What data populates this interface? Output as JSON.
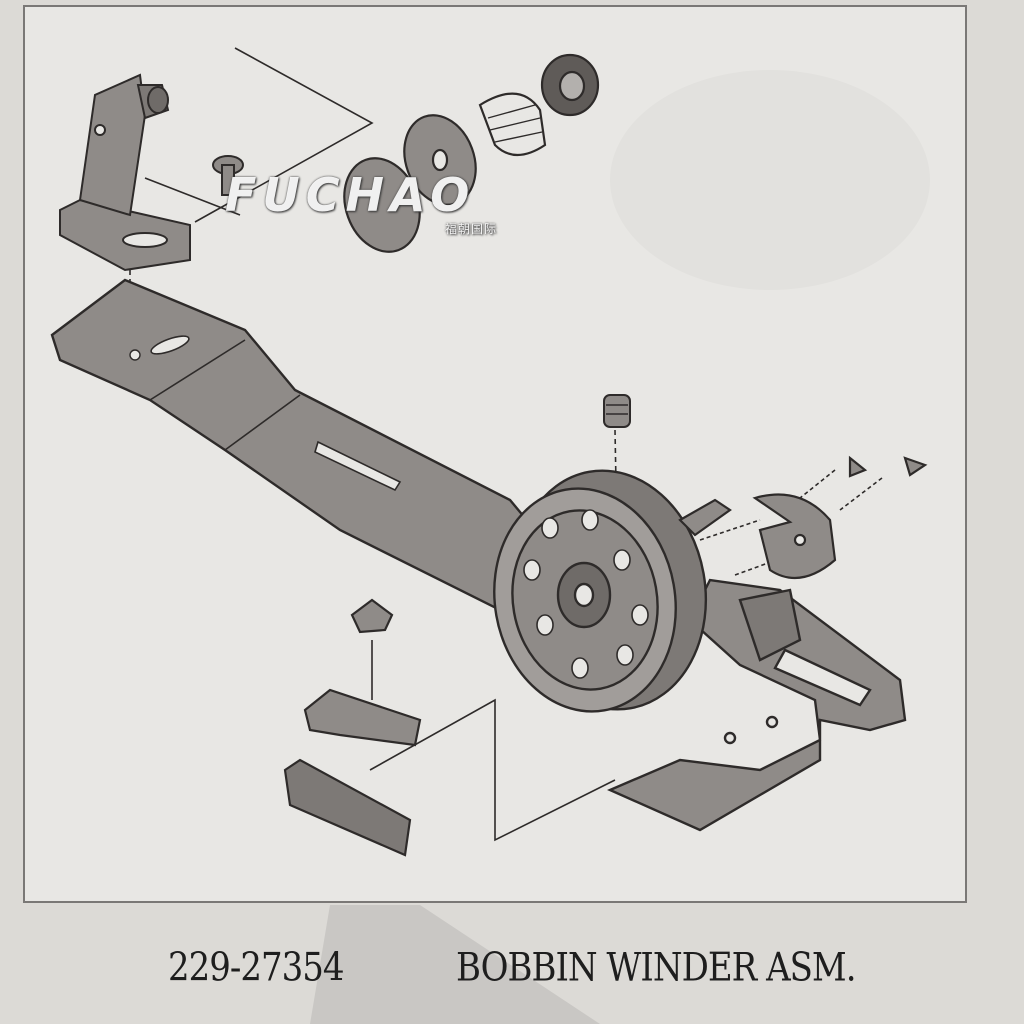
{
  "watermark": {
    "brand": "FUCHAO",
    "subtitle": "福朝国际"
  },
  "caption": {
    "part_number": "229-27354",
    "title": "BOBBIN WINDER ASM."
  },
  "colors": {
    "paper": "#dcdad6",
    "panel": "#e8e7e4",
    "part_fill": "#8f8b88",
    "outline": "#2e2b2a"
  }
}
